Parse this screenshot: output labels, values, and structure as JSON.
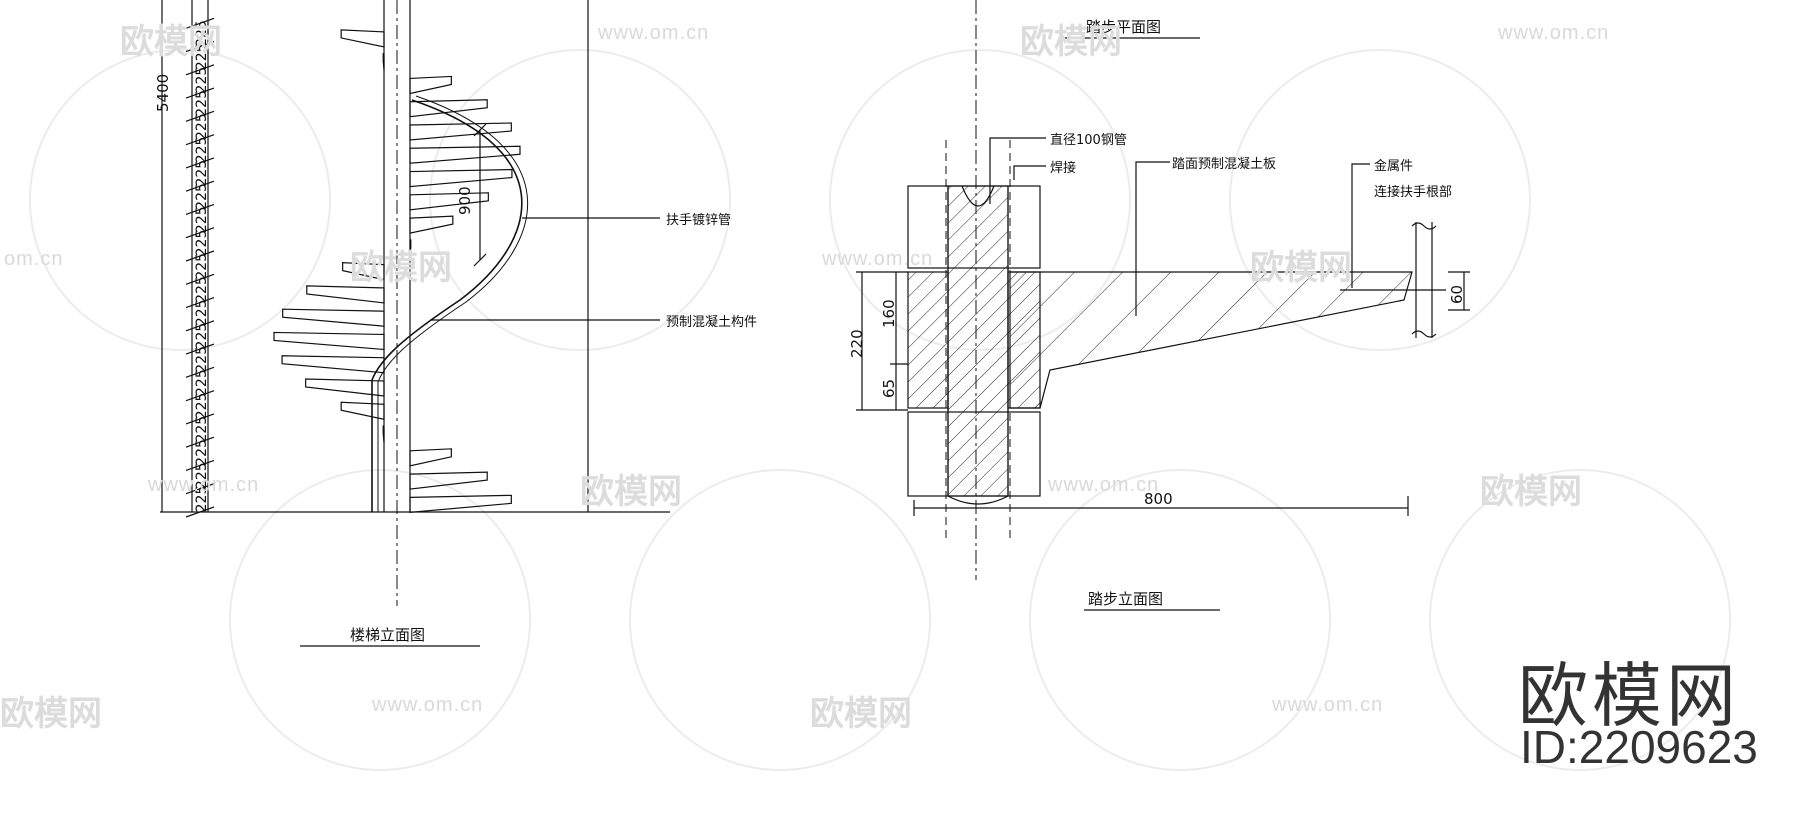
{
  "stair_elevation": {
    "title": "楼梯立面图",
    "total_height": "5400",
    "riser": "225",
    "riser_count": 21,
    "handrail_height": "900",
    "label_handrail": "扶手镀锌管",
    "label_precast": "预制混凝土构件"
  },
  "step_plan": {
    "title": "踏步平面图"
  },
  "step_elevation": {
    "title": "踏步立面图",
    "label_pipe": "直径100钢管",
    "label_weld": "焊接",
    "label_slab": "踏面预制混凝土板",
    "label_metal_1": "金属件",
    "label_metal_2": "连接扶手根部",
    "dim_220": "220",
    "dim_160": "160",
    "dim_65": "65",
    "dim_60": "60",
    "dim_800": "800"
  },
  "watermark": {
    "url": "www.om.cn",
    "url_partial": "om.cn",
    "logo": "欧模网",
    "logo_partial": "欧模网"
  },
  "brand": {
    "name": "欧模网",
    "id": "ID:2209623"
  },
  "colors": {
    "line": "#111111",
    "watermark": "#d9d9d9"
  }
}
